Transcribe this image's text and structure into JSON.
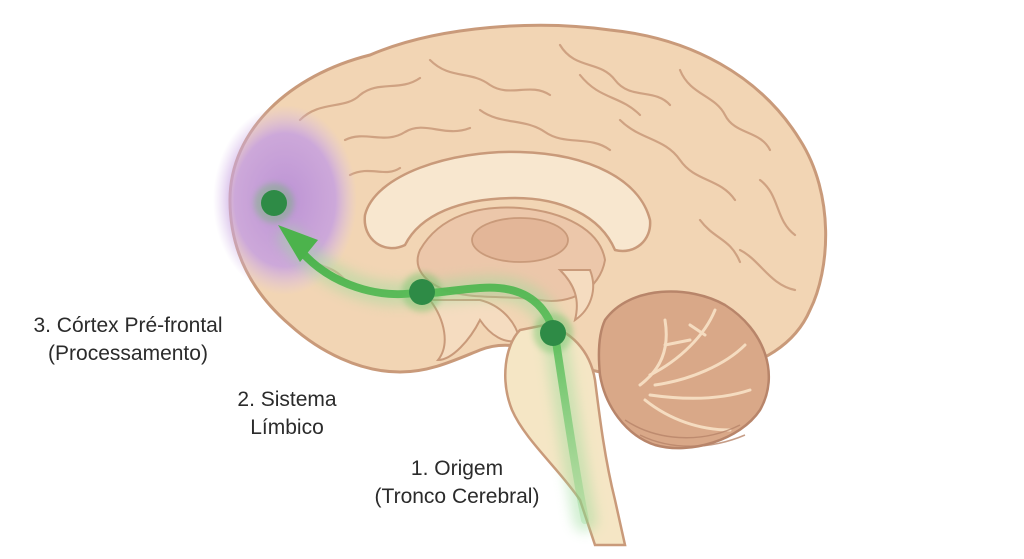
{
  "labels": {
    "prefrontal": {
      "line1": "3. Córtex Pré-frontal",
      "line2": "(Processamento)"
    },
    "limbic": {
      "line1": "2. Sistema",
      "line2": "Límbico"
    },
    "origin": {
      "line1": "1. Origem",
      "line2": "(Tronco Cerebral)"
    }
  },
  "colors": {
    "cortex": "#f2d5b4",
    "cortex_outline": "#c99a7a",
    "inner": "#ecc7aa",
    "prefrontal_highlight": "#c39ad9",
    "pathway": "#5cbf5c",
    "node": "#2e8b46",
    "cerebellum": "#d9a888",
    "brainstem": "#f5e6c5"
  }
}
